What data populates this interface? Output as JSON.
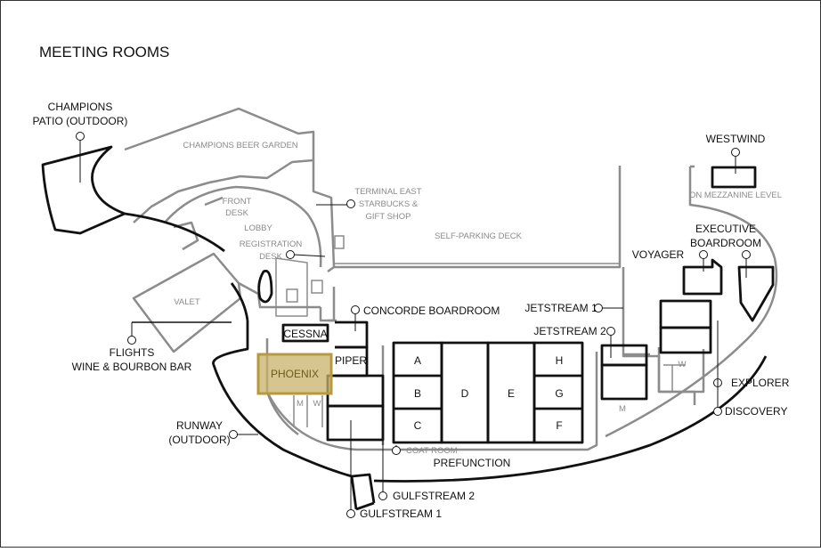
{
  "title": "MEETING ROOMS",
  "labels": {
    "champions_patio_1": "CHAMPIONS",
    "champions_patio_2": "PATIO (OUTDOOR)",
    "beer_garden": "CHAMPIONS BEER GARDEN",
    "front_desk_1": "FRONT",
    "front_desk_2": "DESK",
    "lobby": "LOBBY",
    "registration_1": "REGISTRATION",
    "registration_2": "DESK",
    "terminal_east_1": "TERMINAL EAST",
    "terminal_east_2": "STARBUCKS &",
    "terminal_east_3": "GIFT SHOP",
    "self_parking": "SELF-PARKING DECK",
    "westwind": "WESTWIND",
    "mezzanine": "ON MEZZANINE LEVEL",
    "executive_1": "EXECUTIVE",
    "executive_2": "BOARDROOM",
    "voyager": "VOYAGER",
    "jetstream1": "JETSTREAM 1",
    "jetstream2": "JETSTREAM 2",
    "explorer": "EXPLORER",
    "discovery": "DISCOVERY",
    "valet": "VALET",
    "flights_1": "FLIGHTS",
    "flights_2": "WINE & BOURBON BAR",
    "concorde": "CONCORDE BOARDROOM",
    "cessna": "CESSNA",
    "piper": "PIPER",
    "phoenix": "PHOENIX",
    "runway_1": "RUNWAY",
    "runway_2": "(OUTDOOR)",
    "coat_room": "COAT ROOM",
    "prefunction": "PREFUNCTION",
    "gulfstream2": "GULFSTREAM 2",
    "gulfstream1": "GULFSTREAM 1",
    "room_a": "A",
    "room_b": "B",
    "room_c": "C",
    "room_d": "D",
    "room_e": "E",
    "room_f": "F",
    "room_g": "G",
    "room_h": "H",
    "restroom_m": "M",
    "restroom_w": "W"
  },
  "colors": {
    "wall": "#111111",
    "outline_gray": "#8c8c8c",
    "highlight": "#b89a3c"
  },
  "highlighted_room": "PHOENIX"
}
